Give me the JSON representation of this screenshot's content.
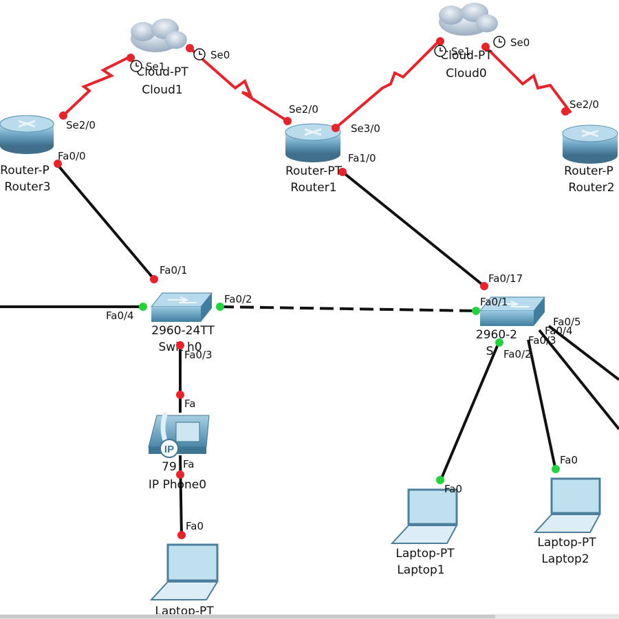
{
  "colors": {
    "serial_link": "#e8232a",
    "ethernet_link": "#111111",
    "port_down": "#e8232a",
    "port_up": "#22d43b",
    "router_body": "#5b93b1",
    "switch_body": "#6aa7c6",
    "cloud": "#b9c7d6"
  },
  "devices": {
    "cloud1": {
      "model": "Cloud-PT",
      "name": "Cloud1"
    },
    "cloud0": {
      "model": "Cloud-PT",
      "name": "Cloud0"
    },
    "router3": {
      "model": "Router-PT",
      "name": "Router3",
      "model_visible": "Router-P"
    },
    "router1": {
      "model": "Router-PT",
      "name": "Router1",
      "model_visible": "Router-PT"
    },
    "router2": {
      "model": "Router-PT",
      "name": "Router2",
      "model_visible": "Router-P"
    },
    "switch0": {
      "model_visible": "2960-24TT",
      "name_visible": "Swit  h0"
    },
    "switch1": {
      "model_visible": "2960-2",
      "name_visible": "S"
    },
    "phone0": {
      "model_visible": "79",
      "name": "IP Phone0"
    },
    "laptop0": {
      "model": "Laptop-PT"
    },
    "laptop1": {
      "model": "Laptop-PT",
      "name": "Laptop1"
    },
    "laptop2": {
      "model": "Laptop-PT",
      "name": "Laptop2"
    }
  },
  "ports": {
    "cloud1_se1": "Se1",
    "cloud1_se0": "Se0",
    "cloud0_se1": "Se1",
    "cloud0_se0": "Se0",
    "router3_se2_0": "Se2/0",
    "router3_fa0_0": "Fa0/0",
    "router1_se2_0": "Se2/0",
    "router1_se3_0": "Se3/0",
    "router1_fa1_0": "Fa1/0",
    "router2_se2_0": "Se2/0",
    "switch0_fa0_1": "Fa0/1",
    "switch0_fa0_2": "Fa0/2",
    "switch0_fa0_3": "Fa0/3",
    "switch0_fa0_4": "Fa0/4",
    "switch1_fa0_17": "Fa0/17",
    "switch1_fa0_1": "Fa0/1",
    "switch1_fa0_2": "Fa0/2",
    "switch1_fa0_3": "Fa0/3",
    "switch1_fa0_4": "Fa0/4",
    "switch1_fa0_5": "Fa0/5",
    "phone_fa_a": "Fa",
    "phone_fa_b": "Fa",
    "laptop0_fa0": "Fa0",
    "laptop1_fa0": "Fa0",
    "laptop2_fa0": "Fa0"
  }
}
